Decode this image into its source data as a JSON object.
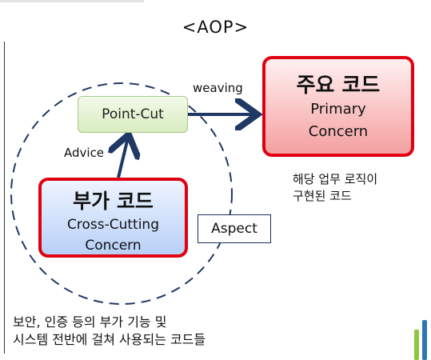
{
  "title": "<AOP>",
  "point_cut": "Point-Cut",
  "advice": "Advice",
  "weaving": "weaving",
  "cross_cutting": {
    "title": "부가 코드",
    "line1": "Cross-Cutting",
    "line2": "Concern"
  },
  "primary": {
    "title": "주요 코드",
    "line1": "Primary",
    "line2": "Concern",
    "desc_line1": "해당 업무 로직이",
    "desc_line2": "구현된 코드"
  },
  "aspect": "Aspect",
  "bottom_note": {
    "line1": "보안, 인증 등의 부가 기능 및",
    "line2": "시스템 전반에 걸쳐 사용되는 코드들"
  },
  "colors": {
    "arrow": "#1f3864",
    "highlight_border": "#e00010",
    "circle": "#1f3864"
  }
}
